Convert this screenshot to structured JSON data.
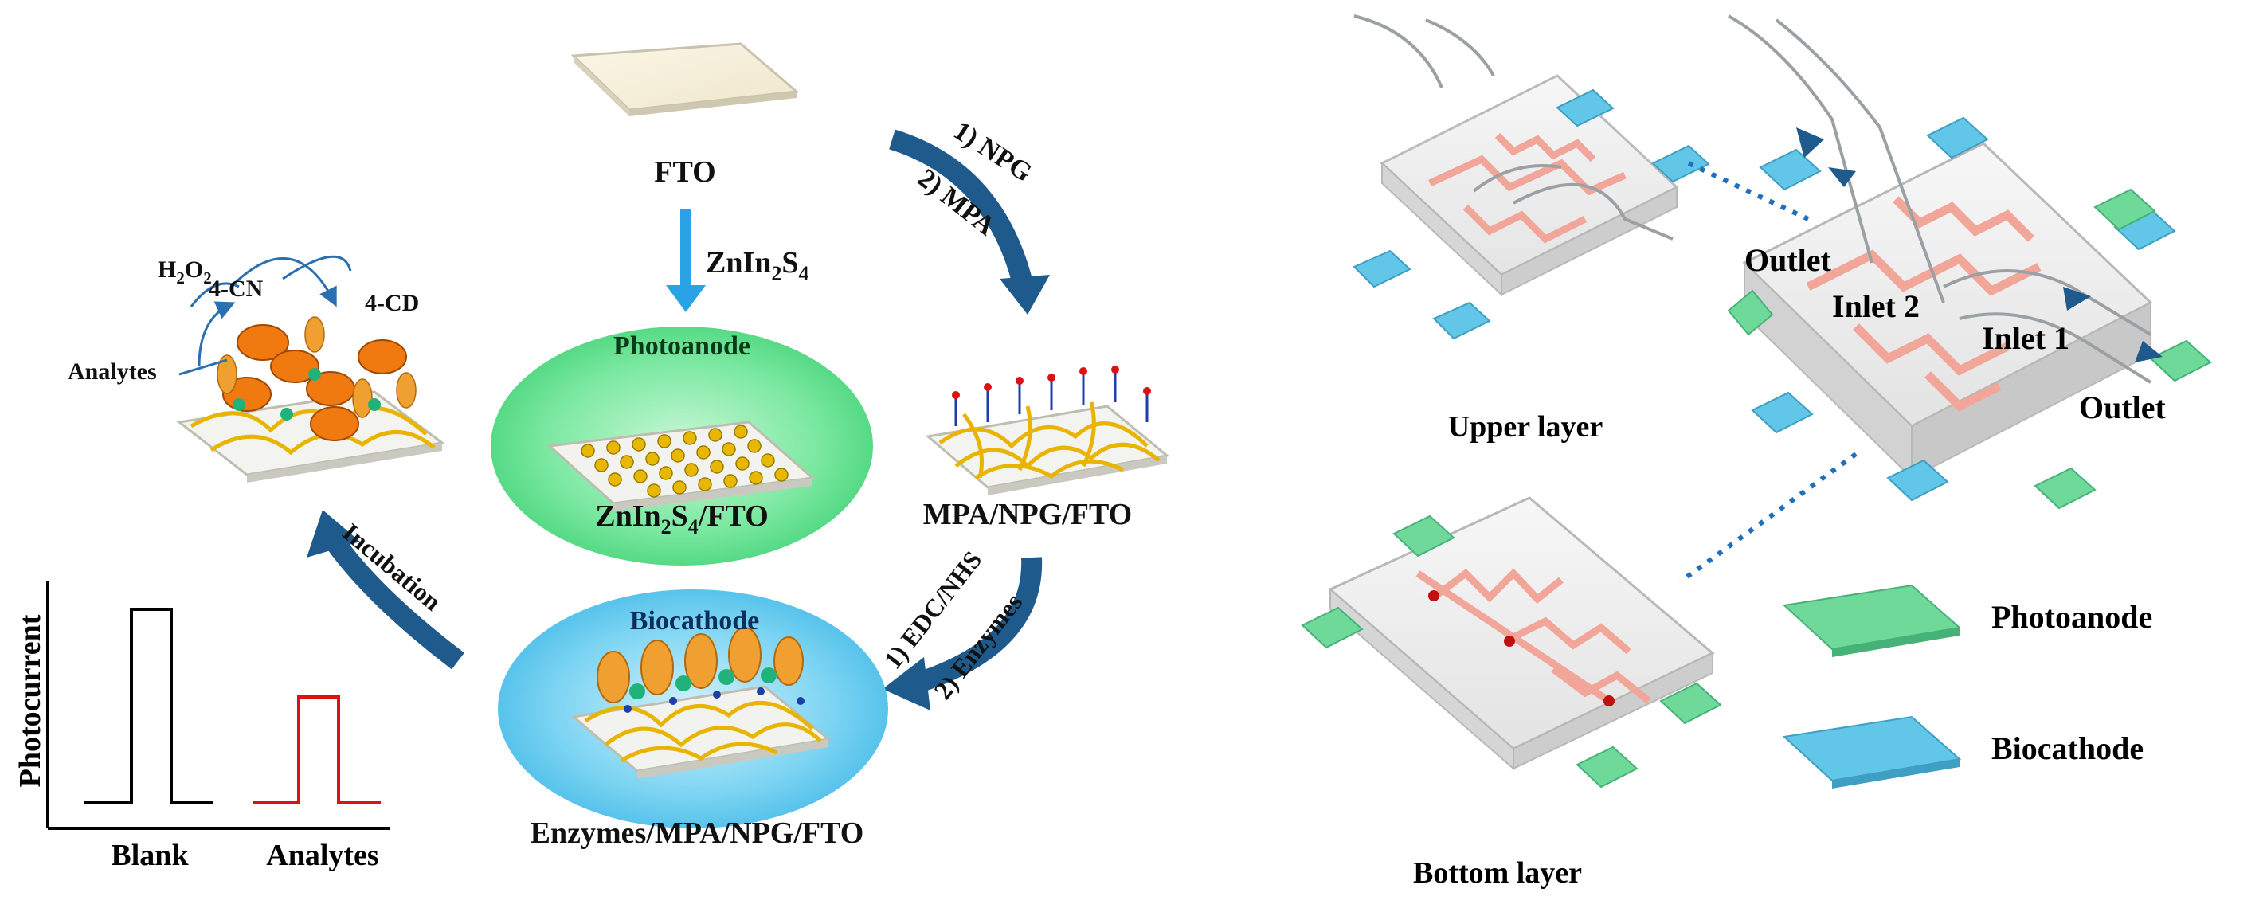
{
  "labels": {
    "fto": "FTO",
    "znin_main": "ZnIn",
    "znin_sub2": "2",
    "znin_s": "S",
    "znin_sub4": "4",
    "photoanode_title": "Photoanode",
    "photoanode_label_a": "ZnIn",
    "photoanode_label_sub2": "2",
    "photoanode_label_b": "S",
    "photoanode_label_sub4": "4",
    "photoanode_label_c": "/FTO",
    "step_npg": "1) NPG",
    "step_mpa": "2) MPA",
    "mpa_npg_fto": "MPA/NPG/FTO",
    "step_edc": "1) EDC/NHS",
    "step_enzymes": "2) Enzymes",
    "biocathode_title": "Biocathode",
    "enzymes_label": "Enzymes/MPA/NPG/FTO",
    "incubation": "Incubation",
    "h2o2_h": "H",
    "h2o2_sub2a": "2",
    "h2o2_o": "O",
    "h2o2_sub2b": "2",
    "cn": "4-CN",
    "cd": "4-CD",
    "analytes_cell": "Analytes",
    "photocurrent": "Photocurrent",
    "blank": "Blank",
    "analytes_chart": "Analytes",
    "upper_layer": "Upper layer",
    "bottom_layer": "Bottom layer",
    "outlet_top": "Outlet",
    "inlet2": "Inlet 2",
    "inlet1": "Inlet 1",
    "outlet_right": "Outlet",
    "legend_photoanode": "Photoanode",
    "legend_biocathode": "Biocathode"
  },
  "colors": {
    "arrow_blue": "#1e5a8c",
    "light_blue_arrow": "#29a3e6",
    "photoanode_green": "#5fe08c",
    "biocathode_blue": "#5ac8ee",
    "electrode_green": "#6fd99a",
    "electrode_blue": "#62c6e8",
    "channel_pink": "#f2a69a",
    "blank_trace": "#000000",
    "analyte_trace": "#e01010"
  }
}
